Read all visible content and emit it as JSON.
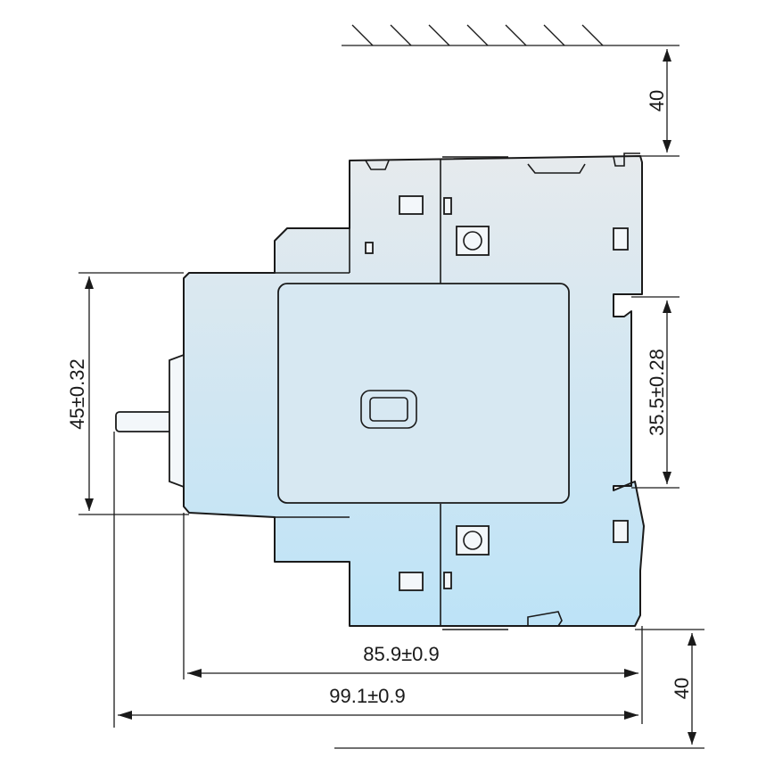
{
  "dimensions": {
    "top_clearance": "40",
    "bottom_clearance": "40",
    "front_height": "45±0.32",
    "rail_height": "35.5±0.28",
    "body_depth": "85.9±0.9",
    "overall_depth": "99.1±0.9"
  },
  "colors": {
    "line": "#1a1a1a",
    "body_top": "#e6eaed",
    "body_bottom": "#bde3f7"
  }
}
